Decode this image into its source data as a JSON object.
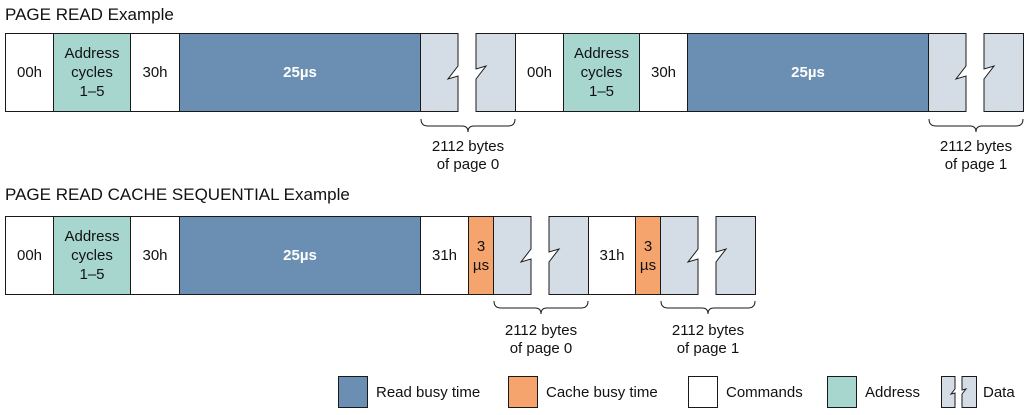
{
  "colors": {
    "read_busy": "#6b8fb3",
    "cache_busy": "#f4a46c",
    "command": "#ffffff",
    "address": "#a6d6ce",
    "data": "#d4dde5"
  },
  "sections": [
    {
      "title": "PAGE READ Example",
      "cycles": [
        {
          "command": "00h",
          "address": [
            "Address",
            "cycles",
            "1–5"
          ],
          "confirm": "30h",
          "busy": "25µs",
          "data": [
            "2112 bytes",
            "of page 0"
          ]
        },
        {
          "command": "00h",
          "address": [
            "Address",
            "cycles",
            "1–5"
          ],
          "confirm": "30h",
          "busy": "25µs",
          "data": [
            "2112 bytes",
            "of page 1"
          ]
        }
      ]
    },
    {
      "title": "PAGE READ CACHE SEQUENTIAL Example",
      "lead": {
        "command": "00h",
        "address": [
          "Address",
          "cycles",
          "1–5"
        ],
        "confirm": "30h",
        "busy": "25µs"
      },
      "cache_cycles": [
        {
          "command": "31h",
          "cache_busy": [
            "3",
            "µs"
          ],
          "data": [
            "2112 bytes",
            "of page 0"
          ]
        },
        {
          "command": "31h",
          "cache_busy": [
            "3",
            "µs"
          ],
          "data": [
            "2112 bytes",
            "of page 1"
          ]
        }
      ]
    }
  ],
  "legend": [
    {
      "key": "read_busy",
      "label": "Read busy time"
    },
    {
      "key": "cache_busy",
      "label": "Cache busy time"
    },
    {
      "key": "command",
      "label": "Commands"
    },
    {
      "key": "address",
      "label": "Address"
    },
    {
      "key": "data",
      "label": "Data"
    }
  ]
}
